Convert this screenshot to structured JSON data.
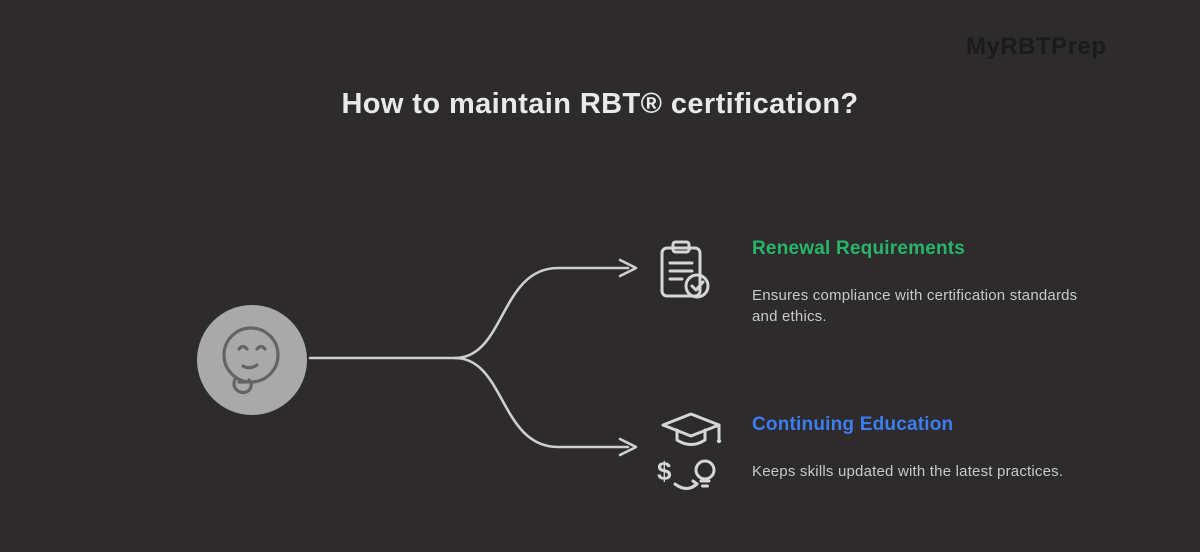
{
  "watermark": "MyRBTPrep",
  "title": "How to maintain RBT® certification?",
  "source": {
    "icon": "thinking-face-icon"
  },
  "branches": [
    {
      "heading": "Renewal Requirements",
      "heading_color": "#27b569",
      "description": "Ensures compliance with certification standards and ethics.",
      "icon": "clipboard-check-icon"
    },
    {
      "heading": "Continuing Education",
      "heading_color": "#3d7df2",
      "description": "Keeps skills updated with the latest practices.",
      "icon": "graduation-cap-cost-icon"
    }
  ],
  "colors": {
    "background": "#2d2b2b",
    "title_text": "#e9e9e9",
    "body_text": "#c9c9c9",
    "connector_line": "#cfcfcf",
    "watermark_text": "#1b1b1b",
    "green_accent": "#27b569",
    "blue_accent": "#3d7df2"
  }
}
